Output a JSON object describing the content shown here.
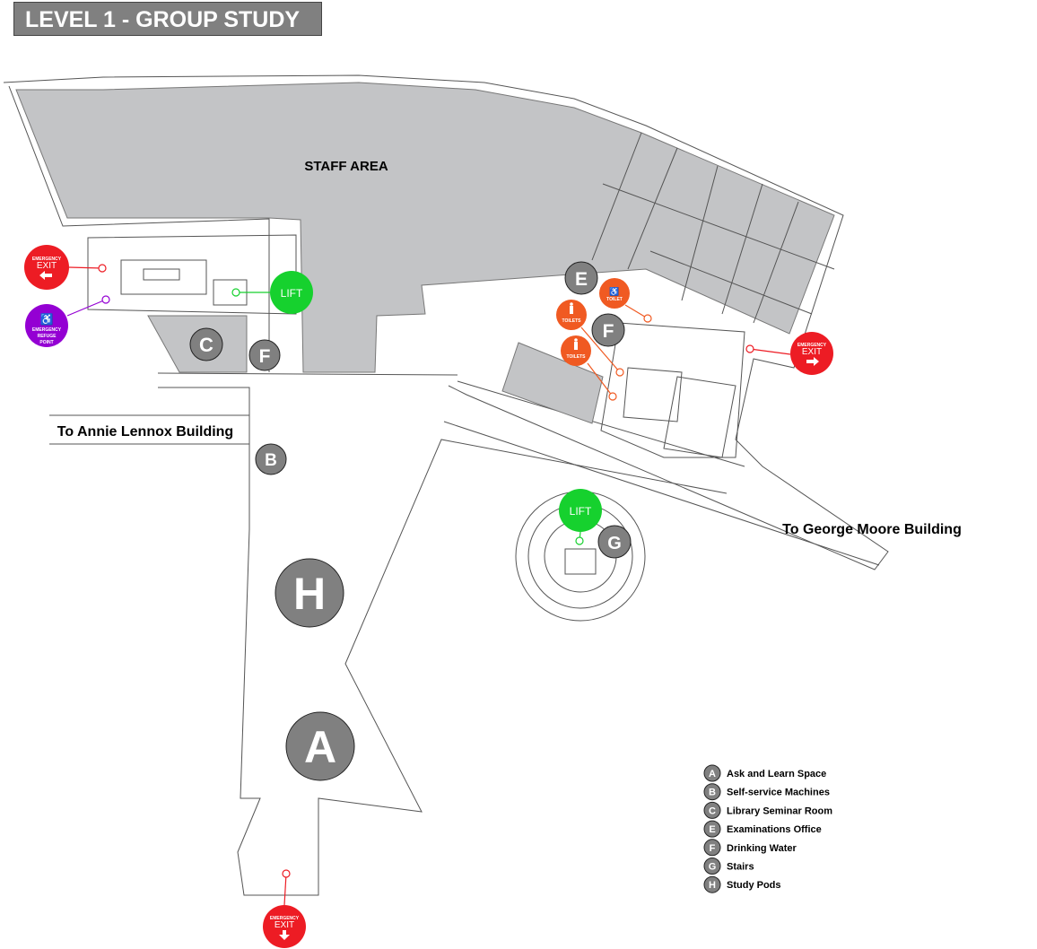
{
  "title": "LEVEL 1 - GROUP STUDY",
  "labels": {
    "staff_area": "STAFF AREA",
    "annie_lennox": "To Annie Lennox Building",
    "george_moore": "To George Moore Building"
  },
  "markers": {
    "lift": "LIFT",
    "emergency": "EMERGENCY",
    "exit": "EXIT",
    "refuge_line1": "EMERGENCY",
    "refuge_line2": "REFUGE",
    "refuge_line3": "POINT",
    "toilet": "TOILET",
    "toilets": "TOILETS",
    "A": "A",
    "B": "B",
    "C": "C",
    "E": "E",
    "F": "F",
    "G": "G",
    "H": "H"
  },
  "legend": [
    {
      "key": "A",
      "label": "Ask and Learn Space"
    },
    {
      "key": "B",
      "label": "Self-service Machines"
    },
    {
      "key": "C",
      "label": "Library Seminar Room"
    },
    {
      "key": "E",
      "label": "Examinations Office"
    },
    {
      "key": "F",
      "label": "Drinking Water"
    },
    {
      "key": "G",
      "label": "Stairs"
    },
    {
      "key": "H",
      "label": "Study Pods"
    }
  ],
  "colors": {
    "exit": "#ed1c24",
    "lift": "#16d12e",
    "refuge": "#9400d3",
    "toilet": "#f05a22",
    "letter": "#808080",
    "room": "#c3c4c6"
  }
}
